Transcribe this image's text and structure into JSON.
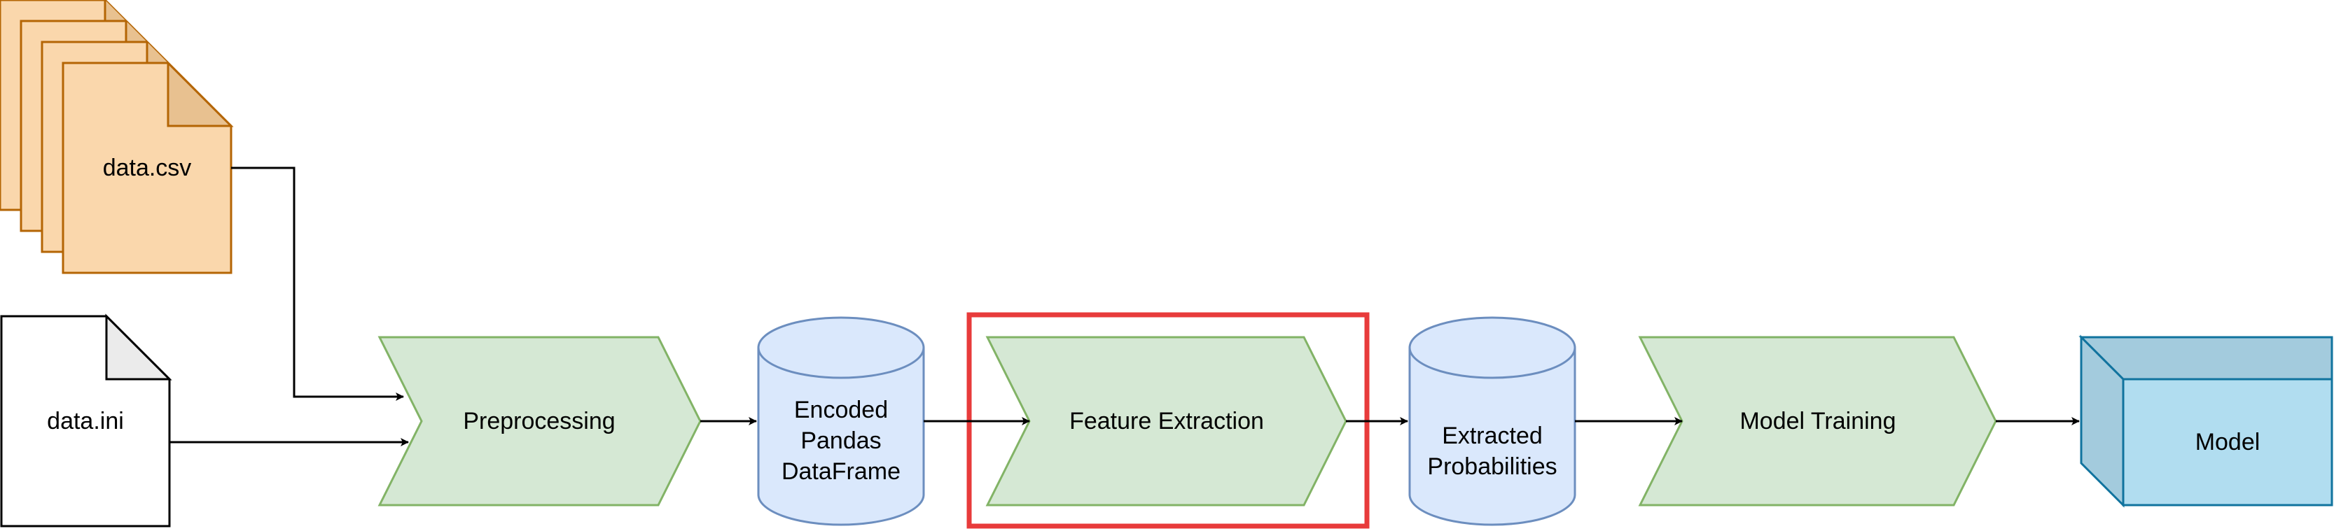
{
  "nodes": {
    "data_csv": {
      "label": "data.csv"
    },
    "data_ini": {
      "label": "data.ini"
    },
    "preprocessing": {
      "label": "Preprocessing"
    },
    "encoded_df": {
      "label": "Encoded\nPandas\nDataFrame"
    },
    "feature_extraction": {
      "label": "Feature Extraction"
    },
    "extracted_probs": {
      "label": "Extracted\nProbabilities"
    },
    "model_training": {
      "label": "Model Training"
    },
    "model": {
      "label": "Model"
    }
  },
  "colors": {
    "file_fill": "#fad7ac",
    "file_stroke": "#b46504",
    "file_fold": "#e8c190",
    "doc_fill": "#ffffff",
    "doc_fold": "#ebebeb",
    "step_fill": "#d5e8d4",
    "step_stroke": "#82b366",
    "db_fill": "#dae8fc",
    "db_stroke": "#6c8ebf",
    "cube_front": "#b1ddf0",
    "cube_side": "#a3cbdd",
    "cube_stroke": "#10739e",
    "highlight": "#e83b3b",
    "edge": "#000000"
  }
}
